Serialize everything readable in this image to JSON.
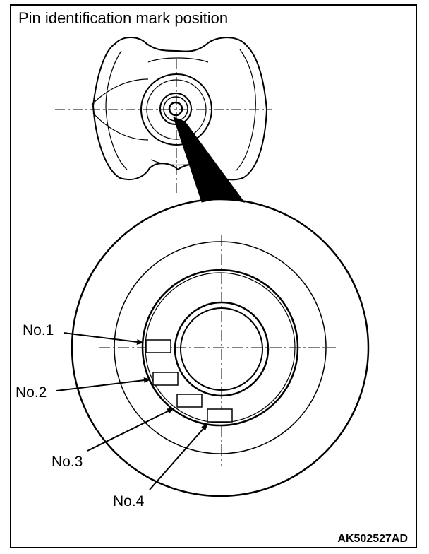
{
  "title": "Pin identification mark position",
  "labels": {
    "no1": "No.1",
    "no2": "No.2",
    "no3": "No.3",
    "no4": "No.4"
  },
  "figure_code": "AK502527AD",
  "colors": {
    "line": "#000000",
    "background": "#ffffff"
  }
}
